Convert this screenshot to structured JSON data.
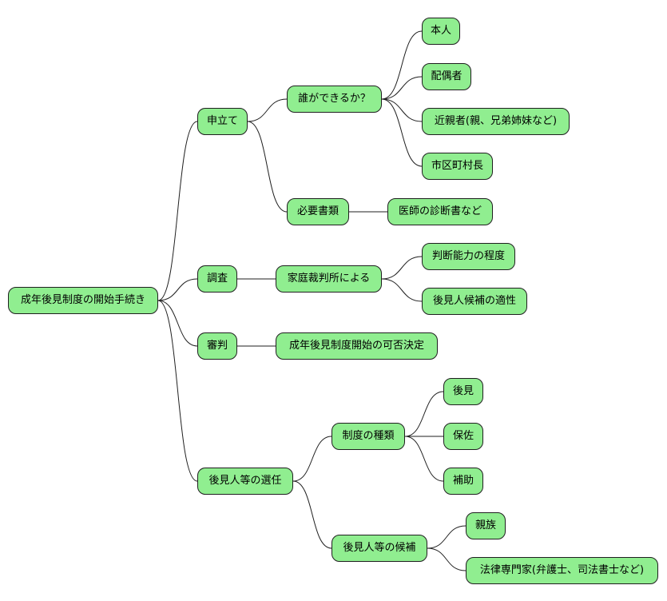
{
  "diagram": {
    "root": "成年後見制度の開始手続き",
    "branches": {
      "application": {
        "label": "申立て",
        "who": {
          "label": "誰ができるか？",
          "options": [
            "本人",
            "配偶者",
            "近親者(親、兄弟姉妹など)",
            "市区町村長"
          ]
        },
        "documents": {
          "label": "必要書類",
          "detail": "医師の診断書など"
        }
      },
      "investigation": {
        "label": "調査",
        "by": {
          "label": "家庭裁判所による",
          "items": [
            "判断能力の程度",
            "後見人候補の適性"
          ]
        }
      },
      "trial": {
        "label": "審判",
        "decision": "成年後見制度開始の可否決定"
      },
      "appointment": {
        "label": "後見人等の選任",
        "types": {
          "label": "制度の種類",
          "items": [
            "後見",
            "保佐",
            "補助"
          ]
        },
        "candidates": {
          "label": "後見人等の候補",
          "items": [
            "親族",
            "法律専門家(弁護士、司法書士など)"
          ]
        }
      }
    }
  }
}
